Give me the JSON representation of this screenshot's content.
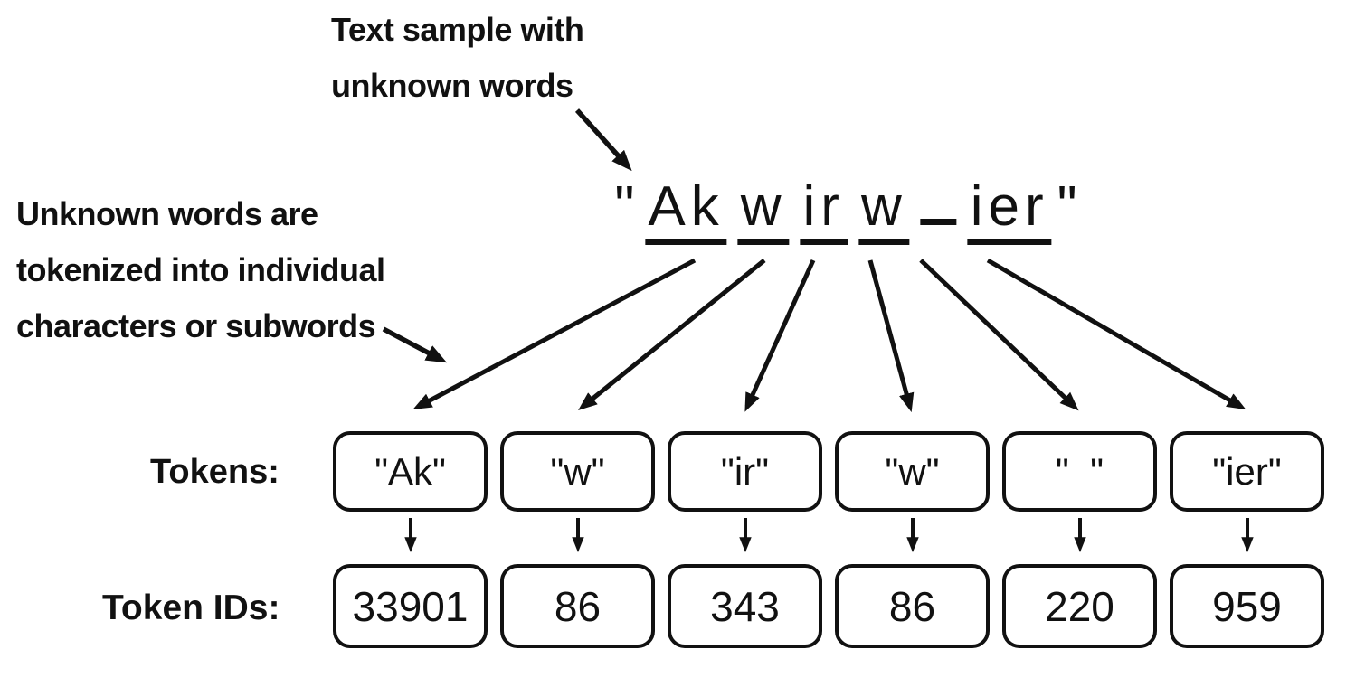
{
  "annotations": {
    "top": {
      "text": "Text sample with\nunknown words"
    },
    "left": {
      "text": "Unknown words are\ntokenized into individual\ncharacters or subwords"
    }
  },
  "sample": {
    "open_quote": "\"",
    "close_quote": "\"",
    "segments": [
      {
        "text": "Ak"
      },
      {
        "text": "w"
      },
      {
        "text": "ir"
      },
      {
        "text": "w"
      },
      {
        "text": " "
      },
      {
        "text": "ier"
      }
    ]
  },
  "tokens": {
    "label": "Tokens:",
    "items": [
      "\"Ak\"",
      "\"w\"",
      "\"ir\"",
      "\"w\"",
      "\"  \"",
      "\"ier\""
    ]
  },
  "token_ids": {
    "label": "Token IDs:",
    "items": [
      "33901",
      "86",
      "343",
      "86",
      "220",
      "959"
    ]
  },
  "colors": {
    "ink": "#111111",
    "background": "#ffffff"
  }
}
